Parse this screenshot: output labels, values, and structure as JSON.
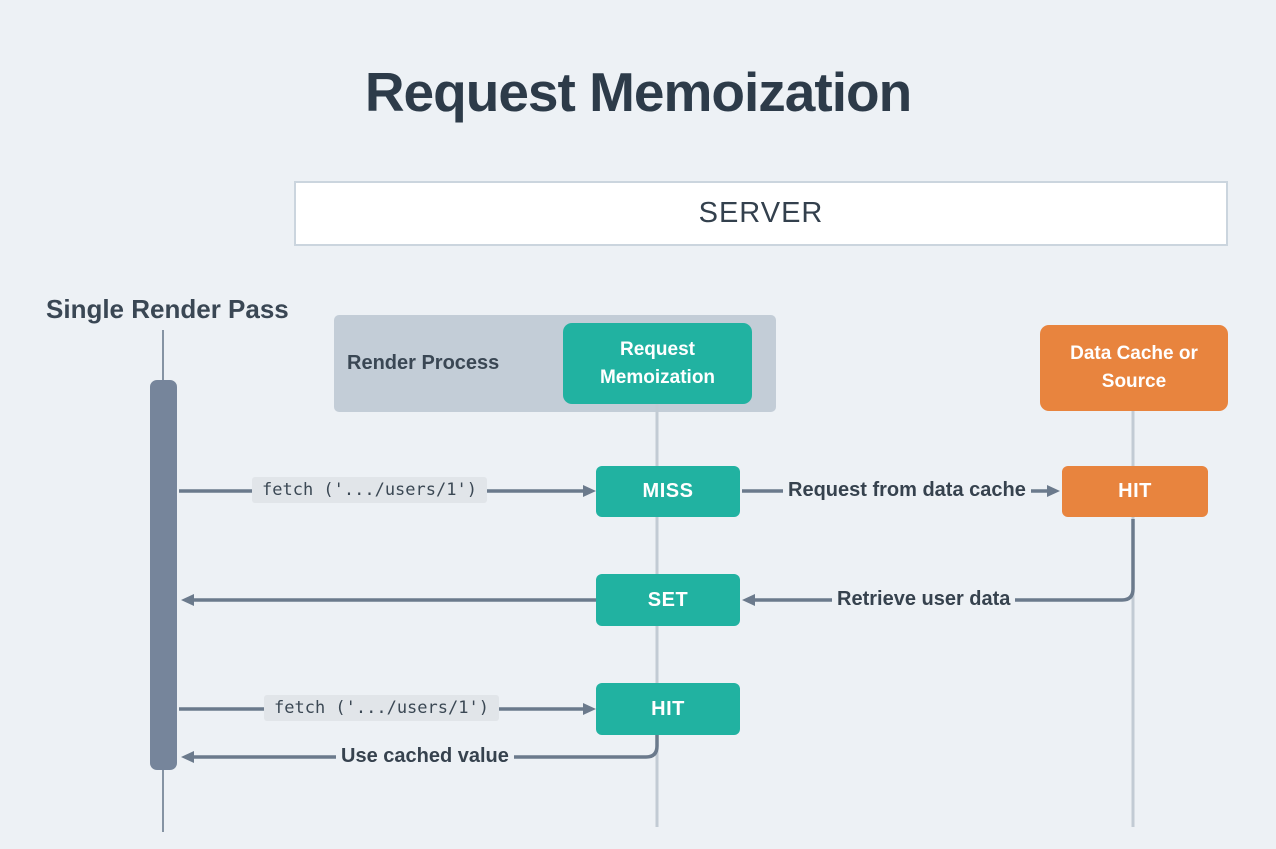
{
  "title": "Request Memoization",
  "server": {
    "label": "SERVER"
  },
  "actor": {
    "label": "Single Render Pass"
  },
  "render_process": {
    "label": "Render Process",
    "memo_box_label": "Request Memoization"
  },
  "data_cache_box_label": "Data Cache or Source",
  "flow": {
    "fetch_call_1": "fetch ('.../users/1')",
    "miss_label": "MISS",
    "request_from_cache": "Request from data cache",
    "cache_hit_label": "HIT",
    "set_label": "SET",
    "retrieve_user_data": "Retrieve user data",
    "fetch_call_2": "fetch ('.../users/1')",
    "memo_hit_label": "HIT",
    "use_cached_value": "Use cached value"
  },
  "colors": {
    "background": "#edf1f5",
    "teal": "#21b2a1",
    "orange": "#e8843e",
    "render_process_container": "#c3cdd7",
    "actor_bar": "#76859b",
    "connector": "#6b7a8c",
    "lifeline": "#c2cbd4",
    "text_dark": "#35424f",
    "server_border": "#cbd5de",
    "fetch_pill_bg": "#e1e5e9"
  }
}
